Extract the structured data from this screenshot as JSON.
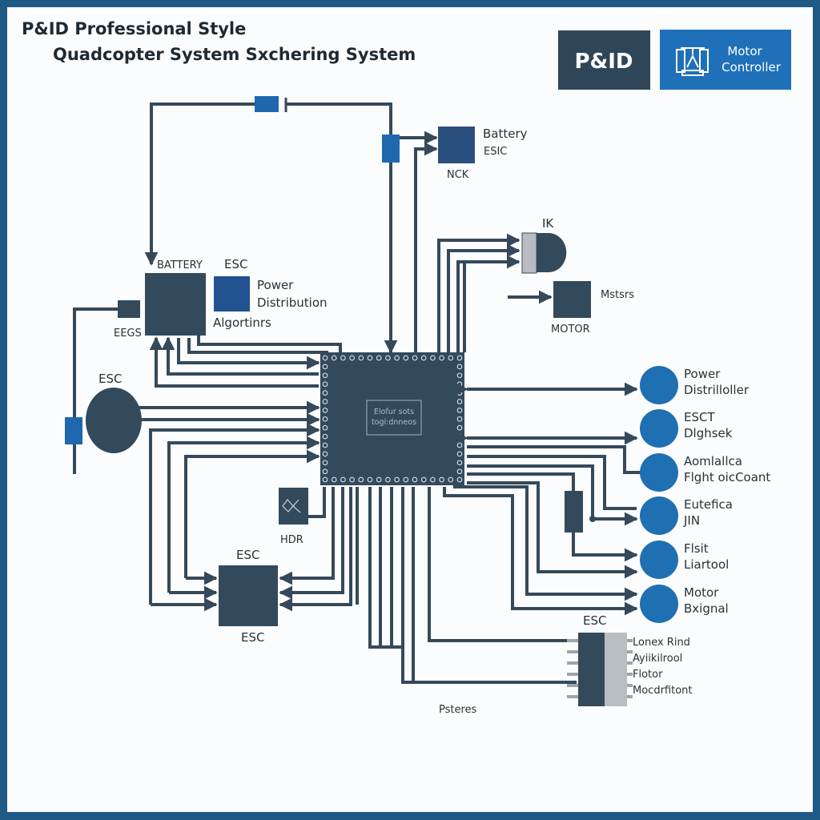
{
  "header": {
    "title_line1": "P&ID Professional Style",
    "title_line2": "Quadcopter System Sxchering System"
  },
  "badges": {
    "pid": "P&ID",
    "motor_controller_line1": "Motor",
    "motor_controller_line2": "Controller",
    "motor_controller_icon": "motor-controller-icon"
  },
  "colors": {
    "frame_border": "#1f5a86",
    "dark_component": "#334a5c",
    "accent_blue": "#1f6fb3",
    "wire": "#35495a",
    "background": "#fbfcfd"
  },
  "components": {
    "battery_top": {
      "line1": "Battery",
      "line2": "ESIC",
      "sub": "NCK"
    },
    "battery_block": {
      "label": "BATTERY",
      "side_label": "EEGS"
    },
    "power_dist": {
      "top": "ESC",
      "line1": "Power",
      "line2": "Distribution",
      "line3": "Algortinrs"
    },
    "ik_unit": {
      "label": "IK"
    },
    "motor_block": {
      "side": "Mstsrs",
      "label": "MOTOR"
    },
    "esc_oval": {
      "label": "ESC"
    },
    "chip": {
      "line1": "Elofur sots",
      "line2": "togi:dnneos"
    },
    "hdr_block": {
      "label": "HDR",
      "icon": "sensor-icon"
    },
    "esc_block": {
      "top": "ESC",
      "bottom": "ESC"
    },
    "esc_connector": {
      "top": "ESC",
      "lines": [
        "Lonex Rind",
        "Ayiikilrool",
        "Flotor",
        "Mocdrfitont"
      ]
    },
    "bottom_label": "Psteres"
  },
  "outputs": [
    {
      "line1": "Power",
      "line2": "Distrilloller"
    },
    {
      "line1": "ESCT",
      "line2": "Dlghsek"
    },
    {
      "line1": "Aomlallca",
      "line2": "Flght oicCoant"
    },
    {
      "line1": "Eutefica",
      "line2": "JIN"
    },
    {
      "line1": "Flsit",
      "line2": "Liartool"
    },
    {
      "line1": "Motor",
      "line2": "Bxignal"
    }
  ]
}
